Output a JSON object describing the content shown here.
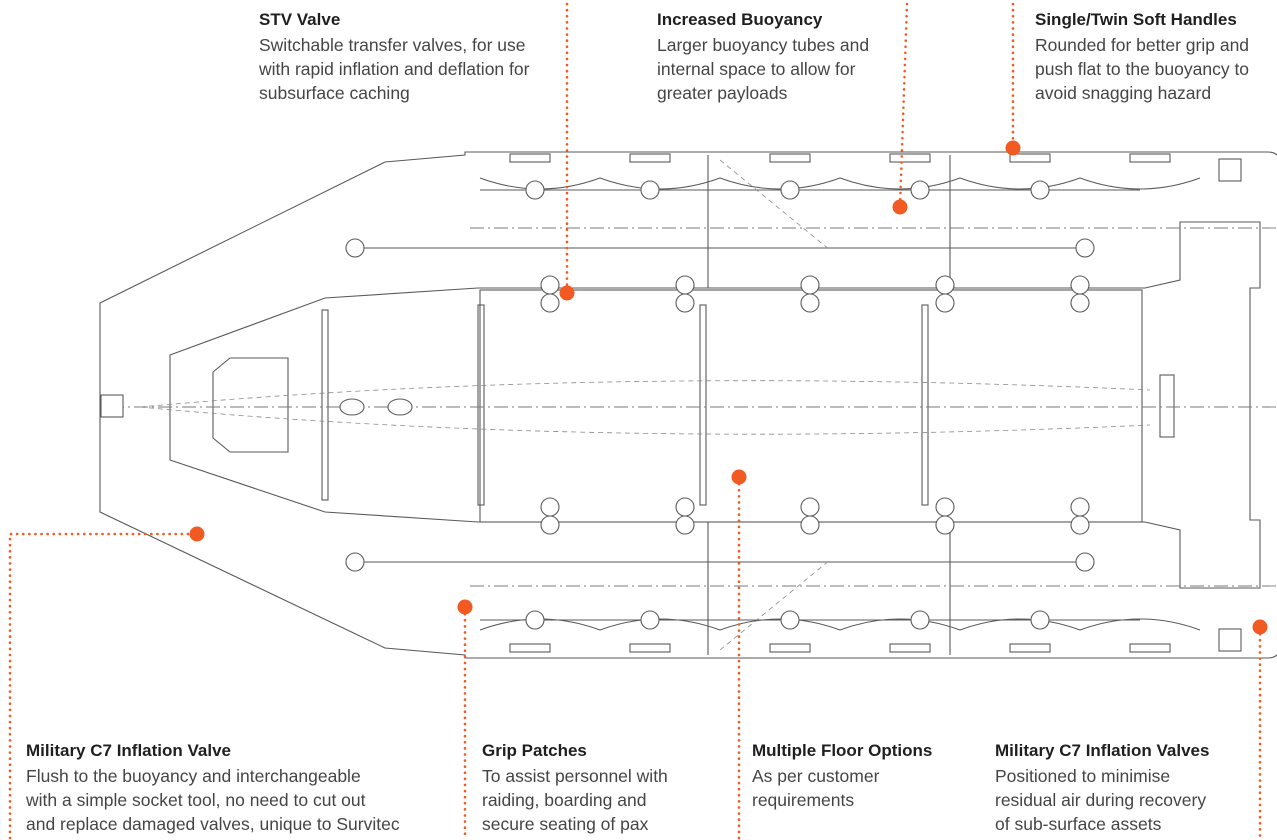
{
  "callouts": {
    "stv_valve": {
      "title": "STV Valve",
      "description": "Switchable transfer valves, for use\nwith rapid inflation and deflation for\nsubsurface caching"
    },
    "increased_buoyancy": {
      "title": "Increased Buoyancy",
      "description": "Larger buoyancy tubes and\ninternal space to allow for\ngreater payloads"
    },
    "soft_handles": {
      "title": "Single/Twin Soft Handles",
      "description": "Rounded for better grip and\npush flat to the buoyancy to\navoid snagging hazard"
    },
    "c7_inflation_valve": {
      "title": "Military C7 Inflation Valve",
      "description": "Flush to the buoyancy and interchangeable\nwith a simple socket tool, no need to cut out\nand replace damaged valves, unique to Survitec"
    },
    "grip_patches": {
      "title": "Grip Patches",
      "description": "To assist personnel with\nraiding, boarding and\nsecure seating of pax"
    },
    "floor_options": {
      "title": "Multiple Floor Options",
      "description": "As per customer\nrequirements"
    },
    "c7_inflation_valves": {
      "title": "Military C7 Inflation Valves",
      "description": "Positioned to minimise\nresidual air during recovery\nof sub-surface assets"
    }
  },
  "colors": {
    "accent": "#f15a22",
    "line": "#5a5a5a",
    "text": "#3a3a3a"
  }
}
